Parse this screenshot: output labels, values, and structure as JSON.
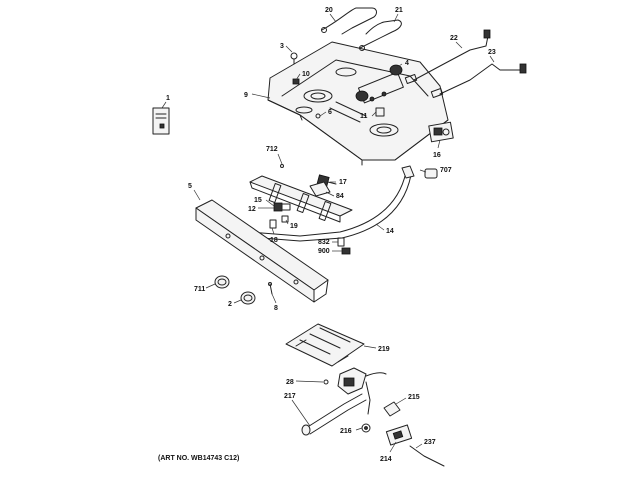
{
  "diagram": {
    "callouts": {
      "c20": "20",
      "c21": "21",
      "c3": "3",
      "c10": "10",
      "c4": "4",
      "c22": "22",
      "c23": "23",
      "c9": "9",
      "c1": "1",
      "c6": "6",
      "c11": "11",
      "c16": "16",
      "c712": "712",
      "c707": "707",
      "c17": "17",
      "c84": "84",
      "c5": "5",
      "c15": "15",
      "c12": "12",
      "c19": "19",
      "c18": "18",
      "c14": "14",
      "c832": "832",
      "c900": "900",
      "c711": "711",
      "c2": "2",
      "c8": "8",
      "c219": "219",
      "c28": "28",
      "c217": "217",
      "c215": "215",
      "c216": "216",
      "c214": "214",
      "c237": "237"
    },
    "art_number": "(ART NO. WB14743 C12)"
  }
}
